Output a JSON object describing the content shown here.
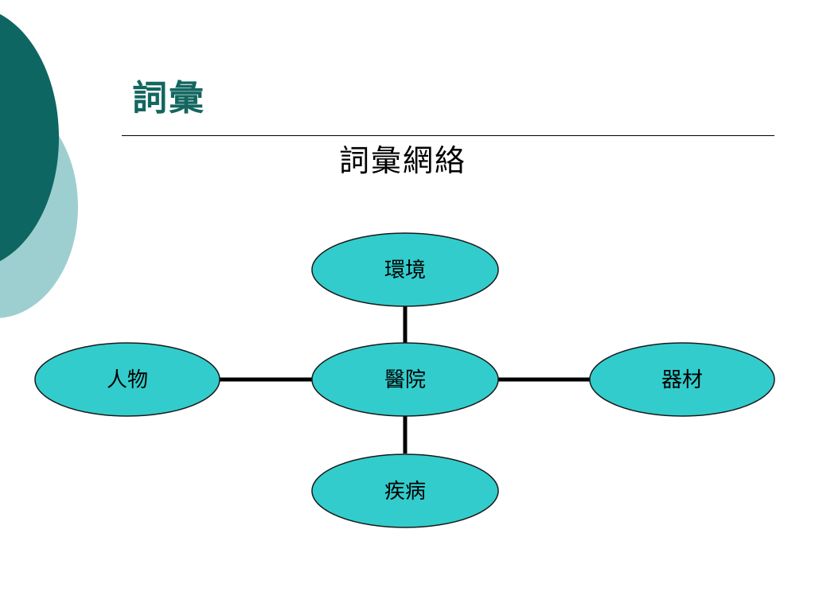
{
  "title": "詞彙",
  "diagram": {
    "heading": "詞彙網絡",
    "center": "醫院",
    "nodes": {
      "top": "環境",
      "left": "人物",
      "right": "器材",
      "bottom": "疾病"
    },
    "colors": {
      "node_fill": "#33cccc",
      "node_stroke": "#1a1a1a",
      "connector": "#000000",
      "title": "#136760",
      "deco_dark": "#0d6661",
      "deco_light": "#9ecfd0"
    }
  }
}
